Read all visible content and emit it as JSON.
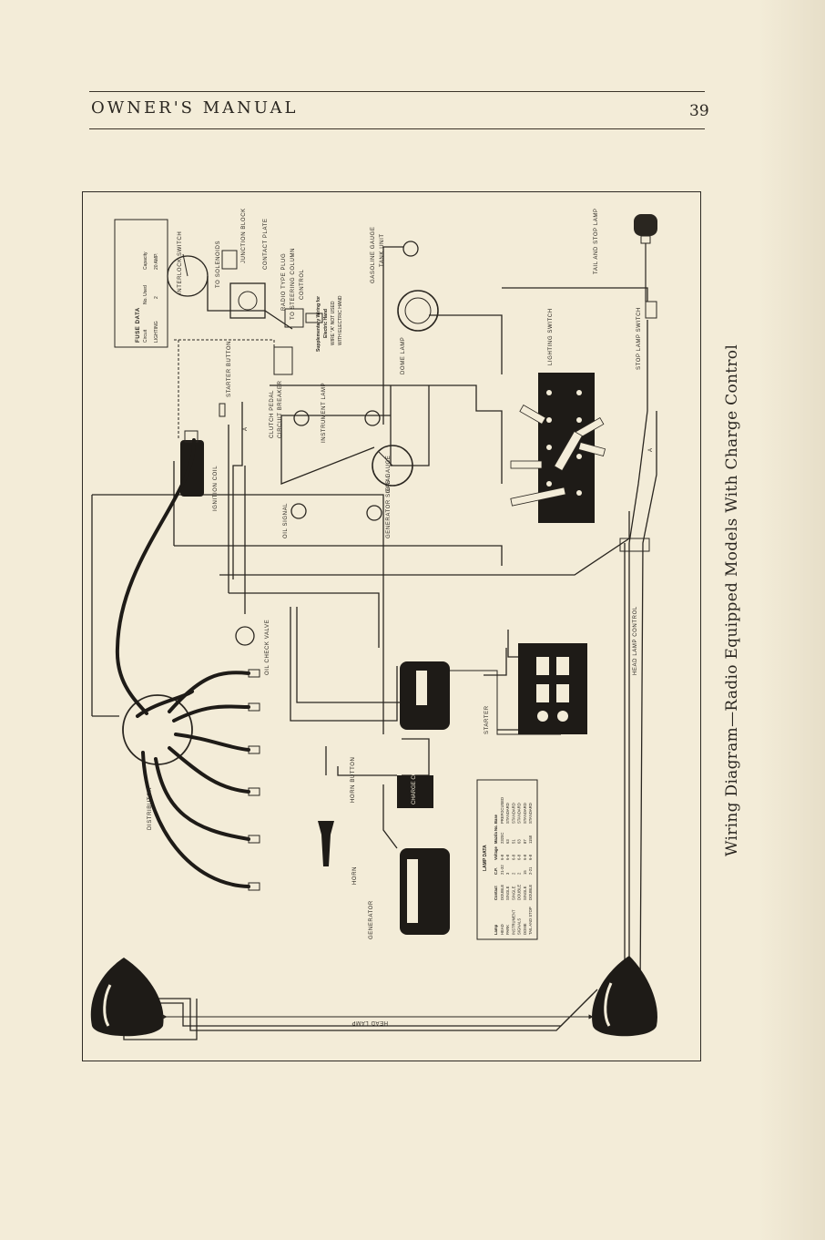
{
  "header": {
    "title": "OWNER'S MANUAL",
    "page_number": "39"
  },
  "caption": "Wiring Diagram—Radio Equipped Models With Charge Control",
  "labels": {
    "interlock_switch": "INTERLOCK SWITCH",
    "to_solenoids": "TO SOLENOIDS",
    "junction_block": "JUNCTION BLOCK",
    "contact_plate": "CONTACT PLATE",
    "radio_type_plug": "RADIO TYPE PLUG",
    "to_steering_column": "TO STEERING COLUMN",
    "control": "CONTROL",
    "supplementary_wiring": "Supplementary Wiring for",
    "electric_hand": "Electric Hand",
    "wire_a_not_used": "WIRE \"A\" NOT USED",
    "with_electric_hand": "WITH ELECTRIC HAND",
    "gasoline_gauge": "GASOLINE GAUGE",
    "tank_unit": "TANK UNIT",
    "tail_and_stop_lamp": "TAIL AND STOP LAMP",
    "dome_lamp": "DOME LAMP",
    "lighting_switch": "LIGHTING SWITCH",
    "stop_lamp_switch": "STOP LAMP SWITCH",
    "starter_button": "STARTER BUTTON",
    "clutch_pedal": "CLUTCH PEDAL",
    "circuit_breaker": "CIRCUIT BREAKER",
    "instrument_lamp": "INSTRUMENT LAMP",
    "ignition_coil": "IGNITION COIL",
    "oil_signal": "OIL SIGNAL",
    "gas_gauge": "GAS GAUGE",
    "generator_signal": "GENERATOR SIGNAL",
    "oil_check_valve": "OIL CHECK VALVE",
    "distributor": "DISTRIBUTOR",
    "horn_button": "HORN BUTTON",
    "horn": "HORN",
    "starter": "STARTER",
    "charge_control": "CHARGE CONTROL",
    "generator": "GENERATOR",
    "head_lamp_control": "HEAD LAMP CONTROL",
    "head_lamp": "HEAD LAMP",
    "wire_a": "A"
  },
  "fuse_data": {
    "title": "FUSE DATA",
    "columns": [
      "Circuit",
      "No. Used",
      "Capacity"
    ],
    "rows": [
      [
        "LIGHTING",
        "2",
        "20 AMP."
      ]
    ]
  },
  "lamp_data": {
    "title": "LAMP DATA",
    "columns": [
      "Lamp",
      "Contact",
      "C.P.",
      "Voltage",
      "Mazda No.",
      "Base"
    ],
    "rows": [
      [
        "HEAD",
        "DOUBLE",
        "21-32",
        "6-8",
        "2320C",
        "PREFOCUSED"
      ],
      [
        "PARK",
        "SINGLE",
        "3",
        "6-8",
        "63",
        "STANDARD"
      ],
      [
        "INSTRUMENT",
        "SINGLE",
        "2",
        "6-8",
        "51",
        "STANDARD"
      ],
      [
        "SIGNALS",
        "DOUBLE",
        "2",
        "6-8",
        "63",
        "STANDARD"
      ],
      [
        "DOME",
        "SINGLE",
        "15",
        "6-8",
        "87",
        "STANDARD"
      ],
      [
        "TAIL AND STOP",
        "DOUBLE",
        "2-21",
        "6-8",
        "1158",
        "STANDARD"
      ]
    ]
  }
}
